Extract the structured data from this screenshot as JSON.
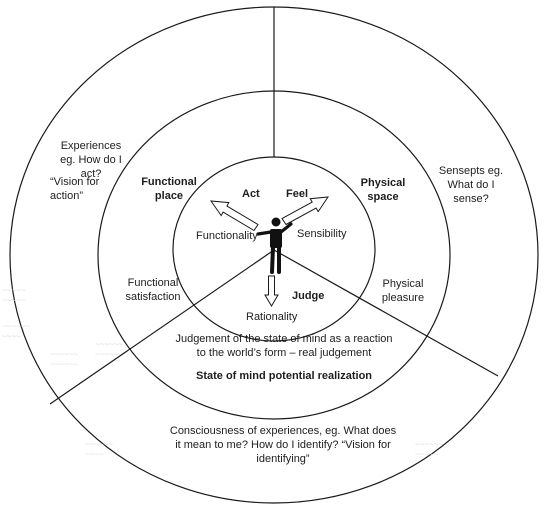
{
  "diagram": {
    "center": {
      "act": "Act",
      "feel": "Feel",
      "judge": "Judge",
      "functionality": "Functionality",
      "sensibility": "Sensibility",
      "rationality": "Rationality"
    },
    "middle_ring": {
      "functional_place": "Functional place",
      "physical_space": "Physical space",
      "functional_satisfaction": "Functional satisfaction",
      "physical_pleasure": "Physical pleasure",
      "judgement": "Judgement of the state of mind as a reaction to the world’s form – real judgement",
      "state_of_mind": "State of mind potential realization"
    },
    "outer_ring": {
      "experiences": "Experiences eg. How do I act?",
      "vision_action": "“Vision for action”",
      "sensepts": "Sensepts eg. What do I sense?",
      "consciousness": "Consciousness of experiences, eg. What does it mean to me? How do I identify? “Vision for identifying”"
    },
    "colors": {
      "line": "#1a1a1a",
      "figure": "#111111",
      "arrow_fill": "#ffffff",
      "faint_text": "#d3dae4"
    },
    "icons": [
      "person-icon",
      "arrow-up-left-icon",
      "arrow-up-right-icon",
      "arrow-down-icon"
    ]
  }
}
